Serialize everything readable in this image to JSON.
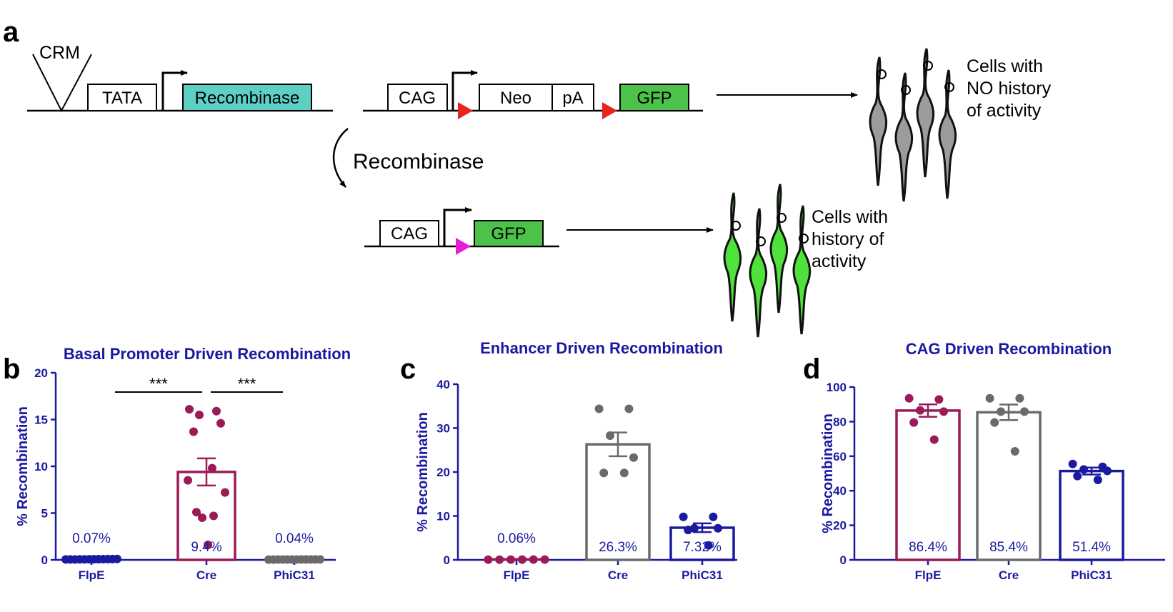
{
  "panel_labels": {
    "a": "a",
    "b": "b",
    "c": "c",
    "d": "d"
  },
  "schematic": {
    "crm": "CRM",
    "tata": "TATA",
    "recombinase_box": "Recombinase",
    "cag": "CAG",
    "neo": "Neo",
    "pa": "pA",
    "gfp": "GFP",
    "recombinase_step": "Recombinase",
    "cells_no_history": [
      "Cells with",
      "NO history",
      "of activity"
    ],
    "cells_history": [
      "Cells with",
      "history of",
      "activity"
    ]
  },
  "colors": {
    "flpe": "#9b1b57",
    "cre": "#6a6a6a",
    "phic31": "#1a1aa0",
    "recombinase_box": "#5ecfc4",
    "gfp_box": "#4cc24a",
    "lox": "#e8241c",
    "lox_after": "#e81cd6",
    "cell_gray": "#9c9c9c",
    "cell_green": "#4ee23a"
  },
  "chart_data": [
    {
      "type": "bar",
      "title": "Basal Promoter Driven Recombination",
      "ylabel": "% Recombination",
      "ylim": [
        0,
        20
      ],
      "yticks": [
        "0",
        "5",
        "10",
        "15",
        "20"
      ],
      "categories": [
        "FlpE",
        "Cre",
        "PhiC31"
      ],
      "values": [
        0.07,
        9.4,
        0.04
      ],
      "value_labels": [
        "0.07%",
        "9.4%",
        "0.04%"
      ],
      "sem": [
        0.02,
        1.45,
        0.01
      ],
      "significance": [
        "***",
        "***"
      ],
      "points": [
        [
          0.05,
          0.05,
          0.05,
          0.06,
          0.06,
          0.07,
          0.07,
          0.08,
          0.08,
          0.09,
          0.09,
          0.1
        ],
        [
          16.1,
          15.9,
          15.5,
          14.6,
          13.7,
          9.8,
          8.5,
          7.2,
          5.1,
          4.7,
          4.5,
          1.6
        ],
        [
          0.03,
          0.03,
          0.04,
          0.04,
          0.04,
          0.04,
          0.04,
          0.05,
          0.05,
          0.05,
          0.05,
          0.05
        ]
      ]
    },
    {
      "type": "bar",
      "title": "Enhancer Driven Recombination",
      "ylabel": "% Recombination",
      "ylim": [
        0,
        40
      ],
      "yticks": [
        "0",
        "10",
        "20",
        "30",
        "40"
      ],
      "categories": [
        "FlpE",
        "Cre",
        "PhiC31"
      ],
      "values": [
        0.06,
        26.3,
        7.32
      ],
      "value_labels": [
        "0.06%",
        "26.3%",
        "7.32%"
      ],
      "sem": [
        0.01,
        2.7,
        1.0
      ],
      "significance": [],
      "points": [
        [
          0.05,
          0.05,
          0.06,
          0.06,
          0.07,
          0.07
        ],
        [
          34.4,
          34.4,
          28.3,
          23.3,
          19.8,
          19.8
        ],
        [
          9.8,
          9.8,
          7.2,
          7.2,
          6.8,
          3.3
        ]
      ]
    },
    {
      "type": "bar",
      "title": "CAG Driven Recombination",
      "ylabel": "% Recombination",
      "ylim": [
        0,
        100
      ],
      "yticks": [
        "0",
        "20",
        "40",
        "60",
        "80",
        "100"
      ],
      "categories": [
        "FlpE",
        "Cre",
        "PhiC31"
      ],
      "values": [
        86.4,
        85.4,
        51.4
      ],
      "value_labels": [
        "86.4%",
        "85.4%",
        "51.4%"
      ],
      "sem": [
        3.6,
        4.5,
        2.0
      ],
      "significance": [],
      "points": [
        [
          93.5,
          92.8,
          86.5,
          85.8,
          79.5,
          69.6
        ],
        [
          93.5,
          93.5,
          85.8,
          85.8,
          79.5,
          62.8
        ],
        [
          55.5,
          53.8,
          52.3,
          51.5,
          48.5,
          46.3
        ]
      ]
    }
  ]
}
